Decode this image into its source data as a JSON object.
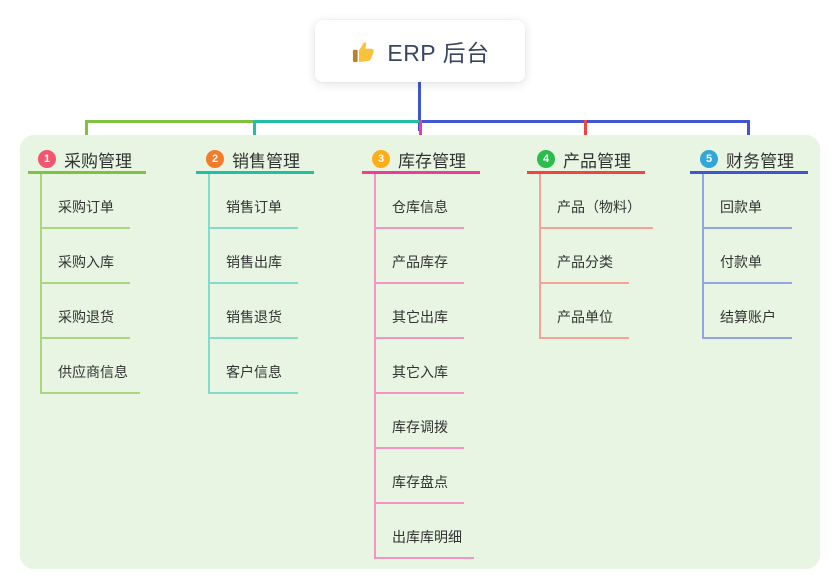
{
  "root": {
    "title": "ERP 后台",
    "icon": "thumbs-up-icon"
  },
  "panel": {
    "background": "#e7f5e2"
  },
  "connectors": {
    "root_line": "#4155d2",
    "left_segment": "#7fc241",
    "middle_segment": "#21bfa5",
    "right_segment": "#4155d2",
    "drops": [
      "#7fc241",
      "#21bfa5",
      "#ee3d96",
      "#f5433f",
      "#4155d2"
    ]
  },
  "branches": [
    {
      "badge": "1",
      "label": "采购管理",
      "badge_color": "#f0566e",
      "line_color": "#7fc241",
      "child_line_color": "#abd681",
      "items": [
        "采购订单",
        "采购入库",
        "采购退货",
        "供应商信息"
      ]
    },
    {
      "badge": "2",
      "label": "销售管理",
      "badge_color": "#f47b2a",
      "line_color": "#21bfa5",
      "child_line_color": "#83dccb",
      "items": [
        "销售订单",
        "销售出库",
        "销售退货",
        "客户信息"
      ]
    },
    {
      "badge": "3",
      "label": "库存管理",
      "badge_color": "#fbae17",
      "line_color": "#ee3d96",
      "child_line_color": "#f693c5",
      "items": [
        "仓库信息",
        "产品库存",
        "其它出库",
        "其它入库",
        "库存调拨",
        "库存盘点",
        "出库库明细"
      ]
    },
    {
      "badge": "4",
      "label": "产品管理",
      "badge_color": "#2abd4e",
      "line_color": "#f5433f",
      "child_line_color": "#f9a09b",
      "items": [
        "产品（物料）",
        "产品分类",
        "产品单位"
      ]
    },
    {
      "badge": "5",
      "label": "财务管理",
      "badge_color": "#31a6d9",
      "line_color": "#4155d2",
      "child_line_color": "#93a4e5",
      "items": [
        "回款单",
        "付款单",
        "结算账户"
      ]
    }
  ]
}
